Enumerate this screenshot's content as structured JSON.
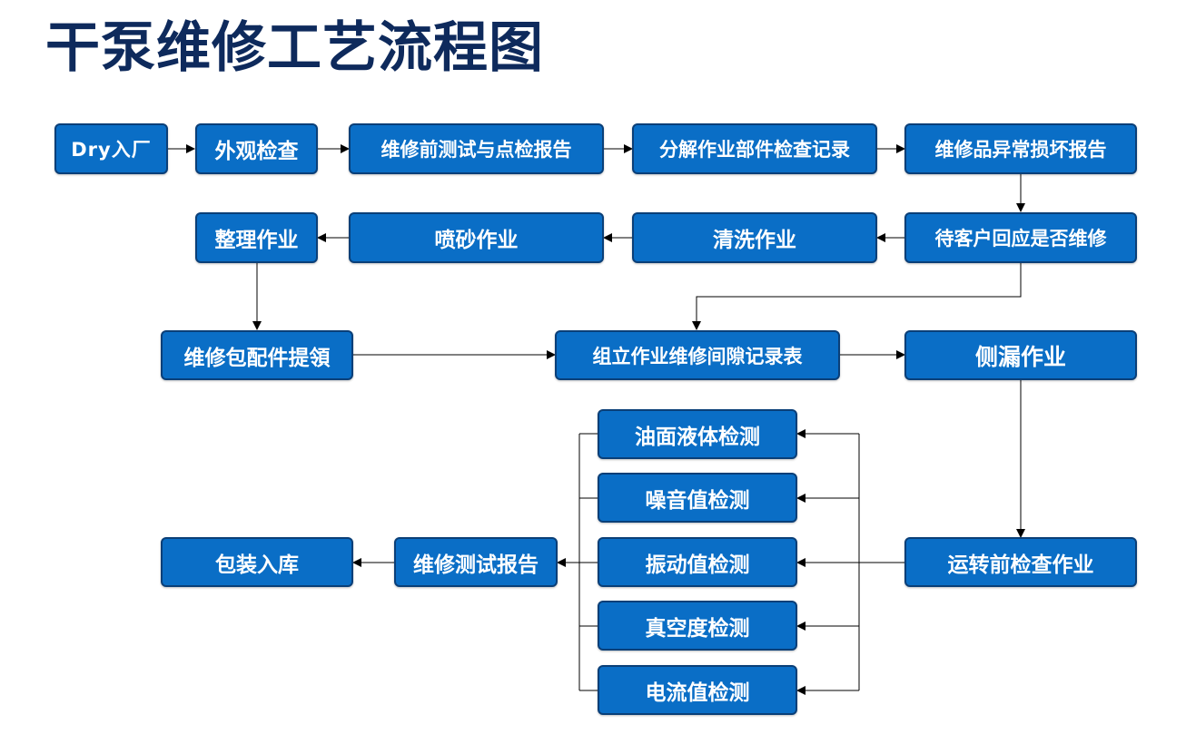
{
  "title": "干泵维修工艺流程图",
  "colors": {
    "title": "#0e2a5c",
    "box_fill": "#0a6ec6",
    "box_border": "#0a3f78",
    "box_text": "#ffffff",
    "connector": "#000000"
  },
  "steps": {
    "dry_in": "Dry入厂",
    "appearance_check": "外观检查",
    "pre_repair_test": "维修前测试与点检报告",
    "disassembly_record": "分解作业部件检查记录",
    "abnormal_damage_report": "维修品异常损坏报告",
    "await_customer": "待客户回应是否维修",
    "cleaning": "清洗作业",
    "sandblasting": "喷砂作业",
    "finishing": "整理作业",
    "parts_pickup": "维修包配件提領",
    "assembly_clearance": "组立作业维修间隙记录表",
    "leak_test": "侧漏作业",
    "pre_run_check": "运转前检查作业",
    "oil_liquid_test": "油面液体检测",
    "noise_test": "噪音值检测",
    "vibration_test": "振动值检测",
    "vacuum_test": "真空度检测",
    "current_test": "电流值检测",
    "repair_test_report": "维修测试报告",
    "pack_store": "包装入库"
  }
}
